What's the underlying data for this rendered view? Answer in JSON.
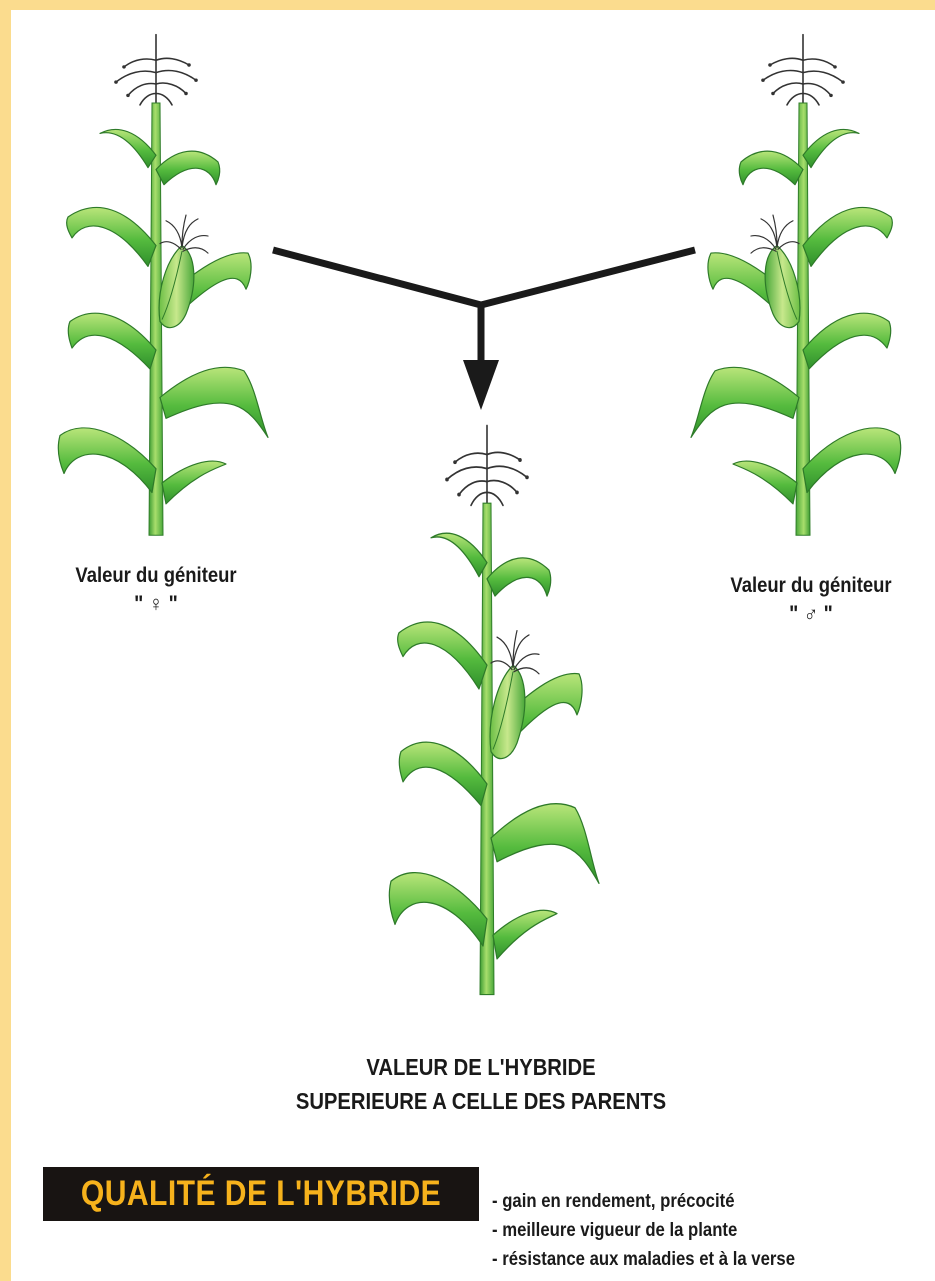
{
  "female_parent": {
    "label": "Valeur du géniteur",
    "symbol": "\" ♀ \""
  },
  "male_parent": {
    "label": "Valeur du géniteur",
    "symbol": "\" ♂ \""
  },
  "hybrid": {
    "line1": "VALEUR DE L'HYBRIDE",
    "line2": "SUPERIEURE A CELLE DES PARENTS"
  },
  "quality": {
    "title": "QUALITÉ DE L'HYBRIDE",
    "items": [
      "- gain en rendement, précocité",
      "- meilleure vigueur de la plante",
      "- résistance aux maladies et à la verse"
    ]
  },
  "colors": {
    "page_border": "#fbdc8e",
    "banner_background": "#181412",
    "banner_text": "#f6b21c",
    "leaf_green": "#46b53c",
    "leaf_light": "#b9e57a",
    "stalk_green": "#6cc048",
    "arrow": "#1a1a1a"
  },
  "icons": [
    "female-symbol",
    "male-symbol",
    "merge-arrow-icon",
    "corn-plant"
  ]
}
